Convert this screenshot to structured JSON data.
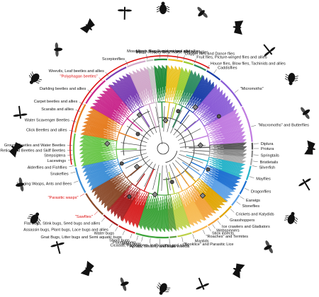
{
  "groups": [
    {
      "name": "fleas",
      "color": "#c4c4c4",
      "start": -11,
      "end": -6
    },
    {
      "name": "mosquitoes-etc",
      "color": "#1f8a3a",
      "start": -6,
      "end": 3
    },
    {
      "name": "robber-flies",
      "color": "#e8c21f",
      "start": 3,
      "end": 13
    },
    {
      "name": "fruit-flies",
      "color": "#9acd32",
      "start": 13,
      "end": 20
    },
    {
      "name": "house-flies",
      "color": "#2b8a5e",
      "start": 20,
      "end": 29
    },
    {
      "name": "caddisflies",
      "color": "#1a3ea8",
      "start": 29,
      "end": 40
    },
    {
      "name": "micromoths",
      "color": "#8a5bd6",
      "start": 40,
      "end": 62
    },
    {
      "name": "macromoths",
      "color": "#c07be0",
      "start": 62,
      "end": 86
    },
    {
      "name": "diplura-protura",
      "color": "#555555",
      "start": 86,
      "end": 91
    },
    {
      "name": "springtails",
      "color": "#888888",
      "start": 91,
      "end": 96
    },
    {
      "name": "bristletails",
      "color": "#aaaaaa",
      "start": 96,
      "end": 101
    },
    {
      "name": "mayflies",
      "color": "#27b3c9",
      "start": 101,
      "end": 111
    },
    {
      "name": "dragonflies",
      "color": "#1c6fd1",
      "start": 111,
      "end": 121
    },
    {
      "name": "stoneflies",
      "color": "#5ca0e6",
      "start": 121,
      "end": 130
    },
    {
      "name": "crickets",
      "color": "#e0a400",
      "start": 130,
      "end": 141
    },
    {
      "name": "mantids",
      "color": "#f2a23a",
      "start": 141,
      "end": 150
    },
    {
      "name": "roaches",
      "color": "#f7b94f",
      "start": 150,
      "end": 161
    },
    {
      "name": "booklice",
      "color": "#bcd14a",
      "start": 161,
      "end": 171
    },
    {
      "name": "thrips",
      "color": "#5a9e3a",
      "start": 171,
      "end": 176
    },
    {
      "name": "hemiptera",
      "color": "#3da33a",
      "start": 176,
      "end": 198
    },
    {
      "name": "parasitic-wasps",
      "color": "#d61f1f",
      "start": 198,
      "end": 210
    },
    {
      "name": "stinging-wasps",
      "color": "#a41d1d",
      "start": 210,
      "end": 222
    },
    {
      "name": "snakeflies-lacewings",
      "color": "#8a4a2a",
      "start": 222,
      "end": 240
    },
    {
      "name": "beetles-a",
      "color": "#3e8fd6",
      "start": 240,
      "end": 258
    },
    {
      "name": "beetles-b",
      "color": "#6ac64a",
      "start": 258,
      "end": 280
    },
    {
      "name": "beetles-c",
      "color": "#e67c1f",
      "start": 280,
      "end": 300
    },
    {
      "name": "beetles-d",
      "color": "#c9278c",
      "start": 300,
      "end": 320
    },
    {
      "name": "beetles-e",
      "color": "#7b3fb4",
      "start": 320,
      "end": 336
    },
    {
      "name": "scorpionflies",
      "color": "#d0a7c9",
      "start": 336,
      "end": 349
    }
  ],
  "labels": [
    {
      "text": "Fleas",
      "angle": -10,
      "red": false
    },
    {
      "text": "Mosquitoes, Fugus midges and allies",
      "angle": -2,
      "red": false
    },
    {
      "text": "March flies, Fugus midges and allies",
      "angle": 3,
      "red": false
    },
    {
      "text": "Robber flies, Horse flies and allies",
      "angle": 9,
      "red": false
    },
    {
      "text": "Dagger flies and Dance flies",
      "angle": 13,
      "red": false
    },
    {
      "text": "Fruit flies, Picture-winged flies and allies",
      "angle": 20,
      "red": false
    },
    {
      "text": "Caddisflies",
      "angle": 34,
      "red": false
    },
    {
      "text": "House flies, Blow flies, Tachinids and allies",
      "angle": 29,
      "red": false
    },
    {
      "text": "\"Micromoths\"",
      "angle": 52,
      "red": false
    },
    {
      "text": "\"Macromoths\" and Butterflies",
      "angle": 76,
      "red": false
    },
    {
      "text": "Diplura",
      "angle": 87,
      "red": false
    },
    {
      "text": "Protura",
      "angle": 90,
      "red": false
    },
    {
      "text": "Springtails",
      "angle": 94,
      "red": false
    },
    {
      "text": "Bristletails",
      "angle": 98,
      "red": false
    },
    {
      "text": "Silverfish",
      "angle": 101,
      "red": false
    },
    {
      "text": "Mayflies",
      "angle": 108,
      "red": false
    },
    {
      "text": "Dragonflies",
      "angle": 116,
      "red": false
    },
    {
      "text": "Earwigs",
      "angle": 122,
      "red": false
    },
    {
      "text": "Stoneflies",
      "angle": 126,
      "red": false
    },
    {
      "text": "Crickets and Katydids",
      "angle": 132,
      "red": false
    },
    {
      "text": "Grasshoppers",
      "angle": 137,
      "red": false
    },
    {
      "text": "Ice crawlers and Gladiators",
      "angle": 143,
      "red": false
    },
    {
      "text": "Webspinners",
      "angle": 147,
      "red": false
    },
    {
      "text": "Stick insects",
      "angle": 150,
      "red": false
    },
    {
      "text": "\"Roaches\" and Termites",
      "angle": 154,
      "red": false
    },
    {
      "text": "Mantids",
      "angle": 161,
      "red": false
    },
    {
      "text": "\"Booklice\" and Parasitic Lice",
      "angle": 168,
      "red": false
    },
    {
      "text": "Thrips",
      "angle": 176,
      "red": false
    },
    {
      "text": "Aphids, Whitefly and scale insects",
      "angle": 182,
      "red": false
    },
    {
      "text": "Cicadas, froghoppers, leafhoppers and allies",
      "angle": 188,
      "red": false
    },
    {
      "text": "Moss bugs",
      "angle": 193,
      "red": false
    },
    {
      "text": "Planthoppers",
      "angle": 196,
      "red": false
    },
    {
      "text": "Shore bugs",
      "angle": 200,
      "red": false
    },
    {
      "text": "Gnat Bugs, Litter bugs and Semi aquatic bugs",
      "angle": 205,
      "red": false
    },
    {
      "text": "Water bugs",
      "angle": 210,
      "red": false
    },
    {
      "text": "Assassin bugs, Plant bugs, Lace bugs and allies",
      "angle": 214,
      "red": false
    },
    {
      "text": "Flat bugs, Stink bugs, Seed bugs and allies",
      "angle": 220,
      "red": false
    },
    {
      "text": "\"Sawflies\"",
      "angle": 226,
      "red": true
    },
    {
      "text": "\"Parasitic wasps\"",
      "angle": 240,
      "red": true
    },
    {
      "text": "Stinging Wasps, Ants and Bees",
      "angle": 249,
      "red": false
    },
    {
      "text": "Snakeflies",
      "angle": 255,
      "red": false
    },
    {
      "text": "Alderflies and Fishflies",
      "angle": 259,
      "red": false
    },
    {
      "text": "Lacewings",
      "angle": 263,
      "red": false
    },
    {
      "text": "Strepsiptera",
      "angle": 266,
      "red": false
    },
    {
      "text": "Reticulated Beetles and Skiff Beetles",
      "angle": 269,
      "red": false
    },
    {
      "text": "Ground Beetles and Water Beetles",
      "angle": 272,
      "red": false
    },
    {
      "text": "Click Beetles and allies",
      "angle": 281,
      "red": false
    },
    {
      "text": "Water Scavenger Beetles",
      "angle": 287,
      "red": false
    },
    {
      "text": "Scarabs and allies",
      "angle": 294,
      "red": false
    },
    {
      "text": "Carpet beetles and allies",
      "angle": 299,
      "red": false
    },
    {
      "text": "Darkling beetles and allies",
      "angle": 308,
      "red": false
    },
    {
      "text": "\"Polyphagan beetles\"",
      "angle": 318,
      "red": true
    },
    {
      "text": "Weevils, Leaf beetles and allies",
      "angle": 323,
      "red": false
    },
    {
      "text": "Scorpionflies",
      "angle": 337,
      "red": false
    }
  ]
}
